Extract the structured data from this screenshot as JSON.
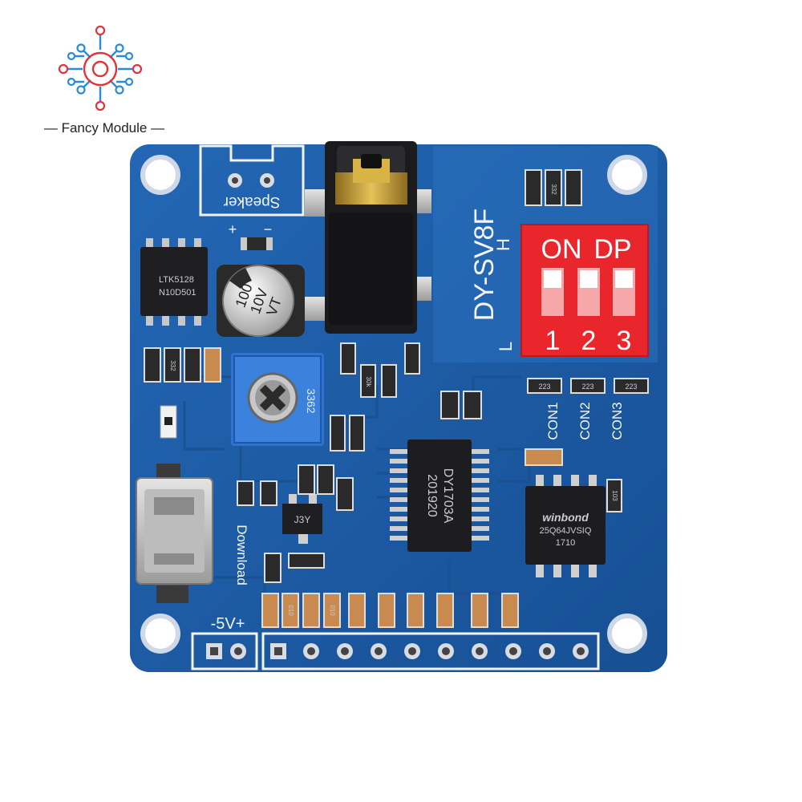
{
  "brand": {
    "name": "— Fancy Module —",
    "logo_icon": "circuit-node-logo"
  },
  "board": {
    "model": "DY-SV8F",
    "speaker_label": "Speaker",
    "speaker_plus": "+",
    "speaker_minus": "−",
    "channel_h": "H",
    "channel_l": "L",
    "download_label": "Download",
    "power_label": "-5V+",
    "capacitor": {
      "line1": "100",
      "line2": "10V",
      "line3": "VT"
    },
    "amp_chip": {
      "line1": "LTK5128",
      "line2": "N10D501"
    },
    "trimpot": {
      "code": "3362"
    },
    "main_chip": {
      "line1": "DY1703A",
      "line2": "201920"
    },
    "flash_chip": {
      "line1": "winbond",
      "line2": "25Q64JVSIQ",
      "line3": "1710"
    },
    "regulator": {
      "code": "J3Y"
    },
    "dip_switch": {
      "header_on": "ON",
      "header_dp": "DP",
      "positions": [
        "1",
        "2",
        "3"
      ]
    },
    "connectors": [
      "CON1",
      "CON2",
      "CON3"
    ],
    "resistor_codes": {
      "r223": "223",
      "r332": "332",
      "r103": "103",
      "r010": "010",
      "r30k": "30k"
    },
    "colors": {
      "pcb": "#1d5ea8",
      "dip": "#e8262c",
      "silk": "#f2f4f8"
    }
  }
}
